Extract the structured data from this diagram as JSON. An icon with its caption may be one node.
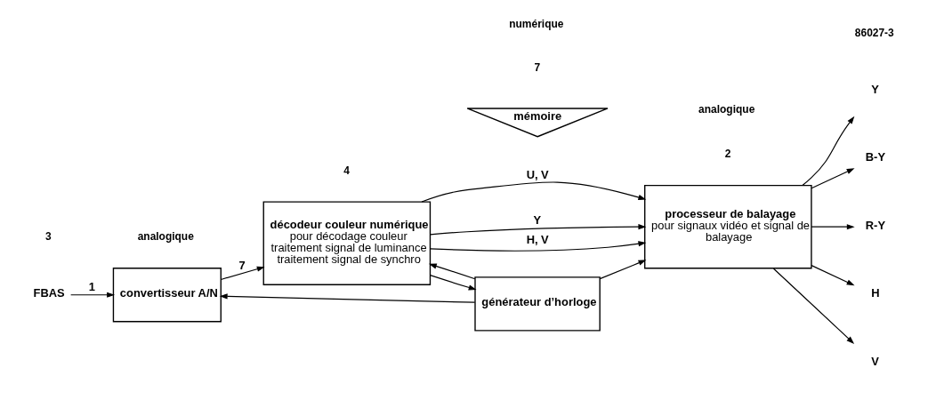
{
  "diagram": {
    "nodes": [
      {
        "text": [
          "FBAS"
        ]
      },
      {
        "text": [
          "convertisseur A/N"
        ]
      },
      {
        "text": [
          "décodeur couleur numérique",
          "pour décodage couleur traitement signal de luminance traitement signal de synchro"
        ]
      },
      {
        "text": [
          "mémoire"
        ]
      },
      {
        "text": [
          "processeur de balayage",
          "pour signaux vidéo et signal de balayage"
        ]
      },
      {
        "text": [
          "générateur d’horloge"
        ]
      },
      {
        "text": [
          "Y"
        ]
      },
      {
        "text": [
          "B-Y"
        ]
      },
      {
        "text": [
          "R-Y"
        ]
      },
      {
        "text": [
          "H"
        ]
      },
      {
        "text": [
          "V"
        ]
      }
    ],
    "edges": [
      {
        "from": 0,
        "to": 1,
        "arrow": "to",
        "label": "1"
      },
      {
        "from": 1,
        "to": 2,
        "arrow": "to",
        "label": "7"
      },
      {
        "from": 2,
        "to": 4,
        "arrow": "to",
        "label": "U, V"
      },
      {
        "from": 2,
        "to": 4,
        "arrow": "to",
        "label": "Y"
      },
      {
        "from": 2,
        "to": 4,
        "arrow": "to",
        "label": "H, V"
      },
      {
        "from": 5,
        "to": 1,
        "arrow": "to"
      },
      {
        "from": 2,
        "to": 5,
        "arrow": "to"
      },
      {
        "from": 5,
        "to": 2,
        "arrow": "to"
      },
      {
        "from": 5,
        "to": 4,
        "arrow": "to"
      },
      {
        "from": 4,
        "to": 6,
        "arrow": "to"
      },
      {
        "from": 4,
        "to": 7,
        "arrow": "to"
      },
      {
        "from": 4,
        "to": 8,
        "arrow": "to"
      },
      {
        "from": 4,
        "to": 9,
        "arrow": "to"
      },
      {
        "from": 4,
        "to": 10,
        "arrow": "to"
      }
    ],
    "labels": [
      "3",
      "4",
      "7",
      "2",
      "analogique",
      "numérique",
      "analogique",
      "86027-3"
    ]
  }
}
